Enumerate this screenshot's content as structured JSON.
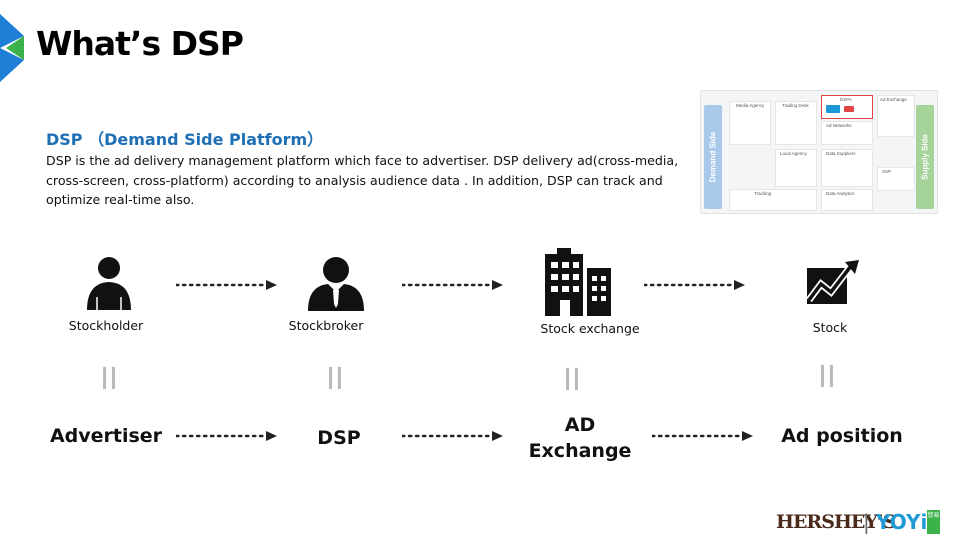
{
  "title": "What’s DSP",
  "intro": {
    "heading": "DSP （Demand Side Platform）",
    "description": "DSP is the ad delivery management platform which face to advertiser. DSP delivery ad(cross-media, cross-screen, cross-platform)  according to analysis audience data . In addition, DSP can track and optimize real-time also."
  },
  "diagram_thumbnail": {
    "demand_label": "Demand Side",
    "supply_label": "Supply Side",
    "sections": [
      "Media Agency",
      "Trading Desk",
      "DSPs",
      "Ad Exchange",
      "Ad Networks",
      "Local Agency",
      "Data Suppliers",
      "SSP",
      "Tracking",
      "Data Analytics"
    ]
  },
  "analogy": {
    "top": [
      {
        "label": "Stockholder",
        "icon": "person-icon"
      },
      {
        "label": "Stockbroker",
        "icon": "businessman-icon"
      },
      {
        "label": "Stock exchange",
        "icon": "building-icon"
      },
      {
        "label": "Stock",
        "icon": "stock-chart-icon"
      }
    ],
    "equals": [
      "II",
      "II",
      "II",
      "II"
    ],
    "bottom": [
      {
        "label": "Advertiser"
      },
      {
        "label": "DSP"
      },
      {
        "label": "AD\nExchange"
      },
      {
        "label": "Ad position"
      }
    ]
  },
  "footer": {
    "brand_left": "HERSHEY’S",
    "separator": "|",
    "brand_right": "YOYi",
    "brand_right_cn": "悠易"
  },
  "colors": {
    "accent_blue": "#1f6fb5",
    "logo_blue": "#1d9ad6",
    "logo_green": "#3bb34a",
    "demand_side": "#a9c9ea",
    "supply_side": "#a6d39a"
  }
}
